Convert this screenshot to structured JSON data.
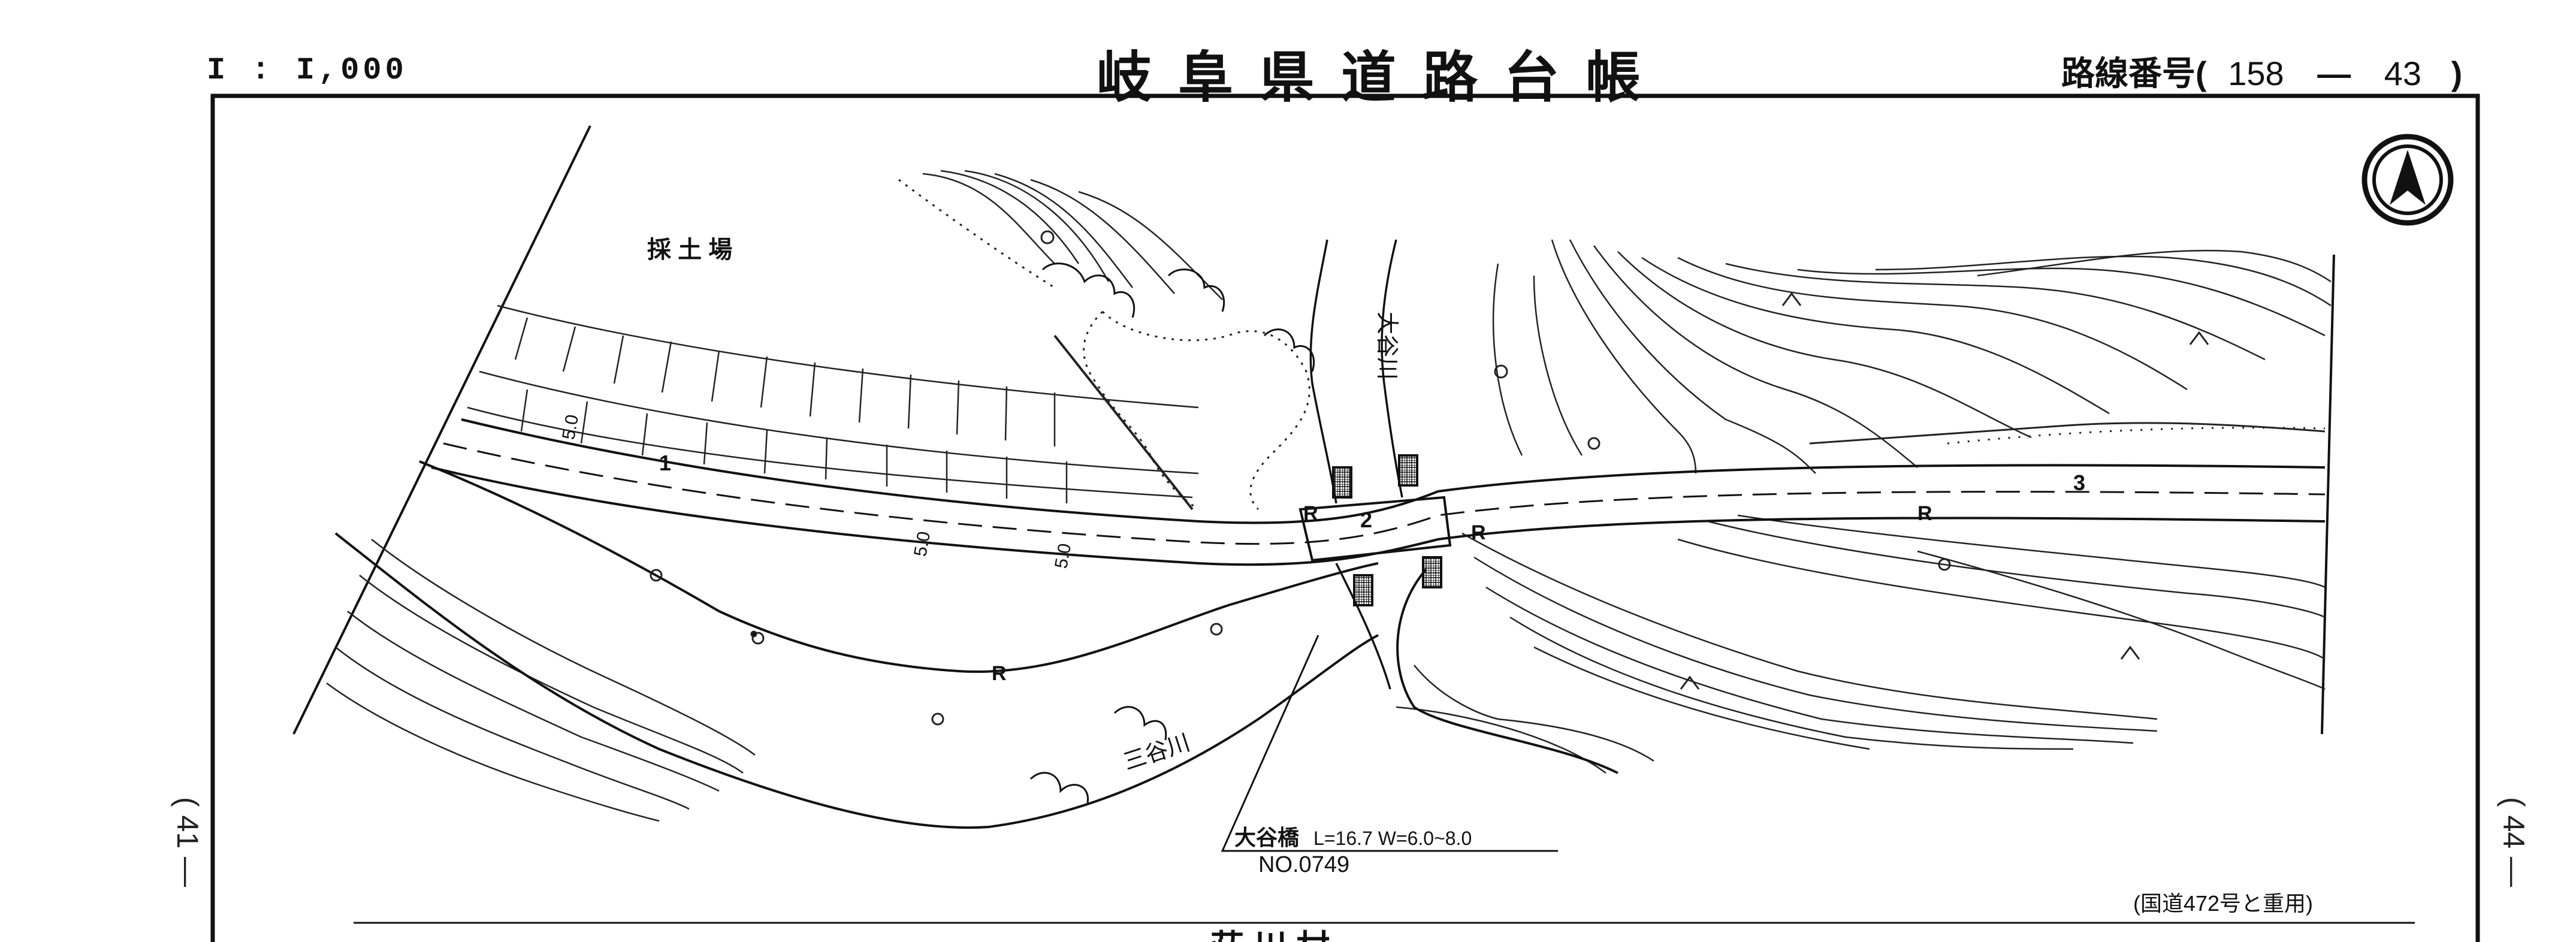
{
  "header": {
    "scale": "I : I,000",
    "title": "岐 阜 県 道 路 台 帳",
    "route_prefix": "路線番号(",
    "route_a": "158",
    "route_dash": "—",
    "route_b": "43",
    "route_close": ")"
  },
  "side_labels": {
    "left": "( 41 —",
    "right": "( 44 —"
  },
  "map_labels": {
    "quarry": "採 土 場",
    "river_vertical": "大谷川",
    "river_lower": "三谷川",
    "bridge_name": "大谷橋",
    "bridge_spec": "L=16.7 W=6.0~8.0",
    "bridge_no": "NO.0749",
    "overlap_note": "(国道472号と重用)",
    "road_marker_1": "1",
    "road_marker_2": "2",
    "road_marker_3": "3",
    "grade_1": "5.0",
    "grade_2": "5.0",
    "grade_3": "5.0",
    "r_1": "R",
    "r_2": "R",
    "r_3": "R",
    "r_4": "R",
    "lower_text": "荘   川   村"
  },
  "icons": {
    "north_arrow": "north-arrow-icon"
  }
}
